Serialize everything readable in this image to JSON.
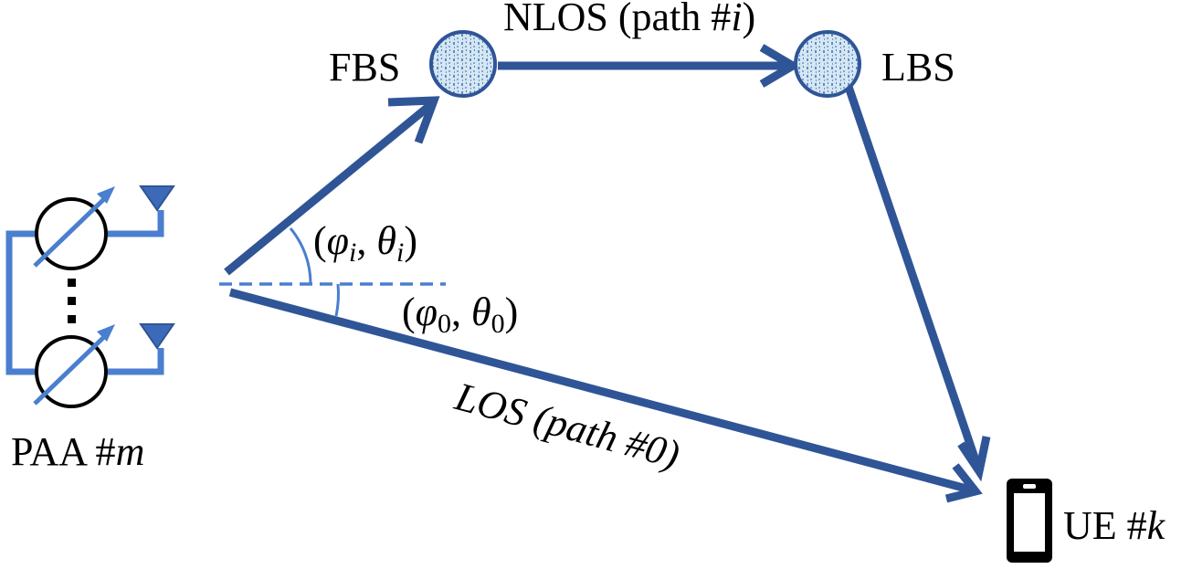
{
  "labels": {
    "fbs": "FBS",
    "lbs": "LBS",
    "nlos_main": "NLOS (path #",
    "nlos_var": "i",
    "nlos_close": ")",
    "los": "LOS (path #0)",
    "paa_main": "PAA #",
    "paa_var": "m",
    "ue_main": "UE #",
    "ue_var": "k",
    "angle_i_open": "(",
    "angle_i_phi": "φ",
    "angle_i_sub": "i",
    "angle_i_comma": ", ",
    "angle_i_theta": "θ",
    "angle_i_sub2": "i",
    "angle_i_close": ")",
    "angle_0_open": "(",
    "angle_0_phi": "φ",
    "angle_0_sub": "0",
    "angle_0_comma": ", ",
    "angle_0_theta": "θ",
    "angle_0_sub2": "0",
    "angle_0_close": ")"
  },
  "colors": {
    "path": "#2f5597",
    "feed": "#4a7fcf",
    "scatterer_fill": "#d6e6f2",
    "scatterer_stroke": "#2f5597"
  },
  "icons": {
    "antenna": "antenna-icon",
    "phase_shifter": "phase-shifter-icon",
    "scatterer": "scatterer-icon",
    "phone": "phone-icon"
  }
}
